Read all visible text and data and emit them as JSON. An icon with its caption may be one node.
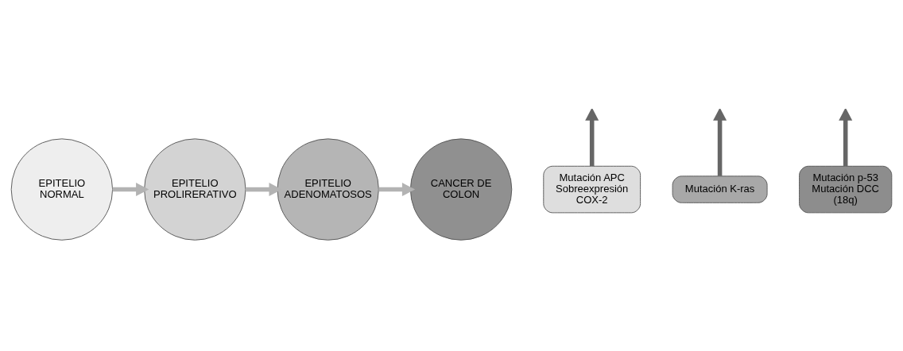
{
  "diagram": {
    "nodes": [
      {
        "text": [
          "EPITELIO NORMAL"
        ]
      },
      {
        "text": [
          "EPITELIO PROLIRERATIVO"
        ]
      },
      {
        "text": [
          "EPITELIO ADENOMATOSOS"
        ]
      },
      {
        "text": [
          "CANCER DE COLON"
        ]
      },
      {
        "text": [
          "Mutación APC Sobreexpresión COX-2"
        ]
      },
      {
        "text": [
          "Mutación K-ras"
        ]
      },
      {
        "text": [
          "Mutación p-53 Mutación DCC (18q)"
        ]
      }
    ],
    "edges": [
      {
        "from": 0,
        "to": 1,
        "arrow": "to",
        "color": "#b3b3b3"
      },
      {
        "from": 1,
        "to": 2,
        "arrow": "to",
        "color": "#b3b3b3"
      },
      {
        "from": 2,
        "to": 3,
        "arrow": "to",
        "color": "#b3b3b3"
      },
      {
        "from": 4,
        "to": null,
        "arrow": "to",
        "color": "#666666"
      },
      {
        "from": 5,
        "to": null,
        "arrow": "to",
        "color": "#666666"
      },
      {
        "from": 6,
        "to": null,
        "arrow": "to",
        "color": "#666666"
      }
    ]
  }
}
